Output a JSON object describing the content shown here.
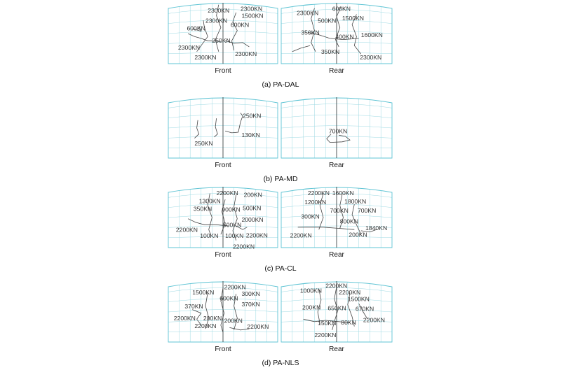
{
  "colors": {
    "grid": "#9dd9e3",
    "frame": "#5fc4d4",
    "crack": "#444444",
    "text": "#333333"
  },
  "rows": [
    {
      "caption": "(a) PA-DAL",
      "front": {
        "label": "Front",
        "loads": [
          "2300KN",
          "2300KN",
          "1500KN",
          "2300KN",
          "600KN",
          "600KN",
          "250KN",
          "2300KN",
          "2300KN",
          "2300KN"
        ],
        "crack_keys": [
          "a",
          "b",
          "c",
          "d",
          "e",
          "f"
        ]
      },
      "rear": {
        "label": "Rear",
        "loads": [
          "2300KN",
          "600KN",
          "1500KN",
          "500KN",
          "350KN",
          "400KN",
          "1600KN",
          "350KN",
          "2300KN"
        ],
        "crack_keys": [
          "a",
          "b",
          "c",
          "d",
          "e"
        ]
      }
    },
    {
      "caption": "(b) PA-MD",
      "front": {
        "label": "Front",
        "loads": [
          "250KN",
          "130KN",
          "250KN"
        ],
        "crack_keys": [
          "a",
          "b",
          "c"
        ]
      },
      "rear": {
        "label": "Rear",
        "loads": [
          "700KN"
        ],
        "crack_keys": [
          "a"
        ]
      }
    },
    {
      "caption": "(c) PA-CL",
      "front": {
        "label": "Front",
        "loads": [
          "2200KN",
          "200KN",
          "1300KN",
          "350KN",
          "900KN",
          "500KN",
          "2000KN",
          "500KN",
          "2200KN",
          "100KN",
          "100KN",
          "2200KN",
          "2200KN"
        ],
        "crack_keys": [
          "a",
          "b",
          "c",
          "d",
          "e"
        ]
      },
      "rear": {
        "label": "Rear",
        "loads": [
          "2200KN",
          "1600KN",
          "1200KN",
          "1800KN",
          "700KN",
          "700KN",
          "300KN",
          "800KN",
          "1840KN",
          "2200KN",
          "200KN"
        ],
        "crack_keys": [
          "a",
          "b",
          "c",
          "d",
          "e"
        ]
      }
    },
    {
      "caption": "(d) PA-NLS",
      "front": {
        "label": "Front",
        "loads": [
          "2200KN",
          "1500KN",
          "300KN",
          "600KN",
          "370KN",
          "370KN",
          "200KN",
          "2200KN",
          "2200KN",
          "200KN",
          "2200KN"
        ],
        "crack_keys": [
          "a",
          "b",
          "c",
          "d",
          "e"
        ]
      },
      "rear": {
        "label": "Rear",
        "loads": [
          "2200KN",
          "1000KN",
          "2200KN",
          "1500KN",
          "200KN",
          "650KN",
          "670KN",
          "2200KN",
          "150KN",
          "80KN",
          "2200KN"
        ],
        "crack_keys": [
          "a",
          "b",
          "c",
          "d",
          "e"
        ]
      }
    }
  ]
}
